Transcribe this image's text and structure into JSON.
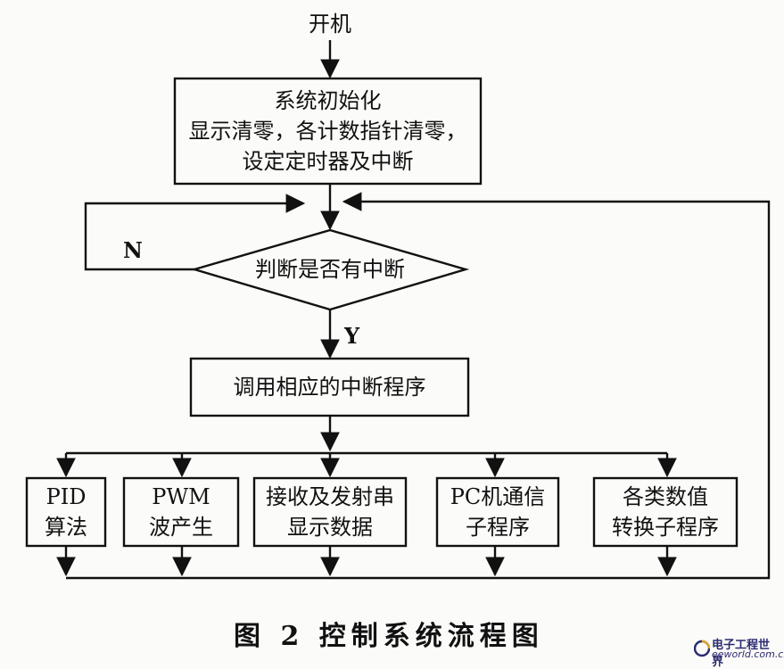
{
  "start_label": "开机",
  "init_box": {
    "lines": [
      "系统初始化",
      "显示清零，各计数指针清零，",
      "设定定时器及中断"
    ]
  },
  "decision": {
    "text": "判断是否有中断",
    "no_label": "N",
    "yes_label": "Y"
  },
  "call_box": {
    "text": "调用相应的中断程序"
  },
  "subroutines": [
    {
      "lines": [
        "PID",
        "算法"
      ]
    },
    {
      "lines": [
        "PWM",
        "波产生"
      ]
    },
    {
      "lines": [
        "接收及发射串",
        "显示数据"
      ]
    },
    {
      "lines": [
        "PC机通信",
        "子程序"
      ]
    },
    {
      "lines": [
        "各类数值",
        "转换子程序"
      ]
    }
  ],
  "caption": "图 2   控制系统流程图",
  "watermark": {
    "cn": "电子工程世界",
    "en": "eeworld.com.cn"
  }
}
